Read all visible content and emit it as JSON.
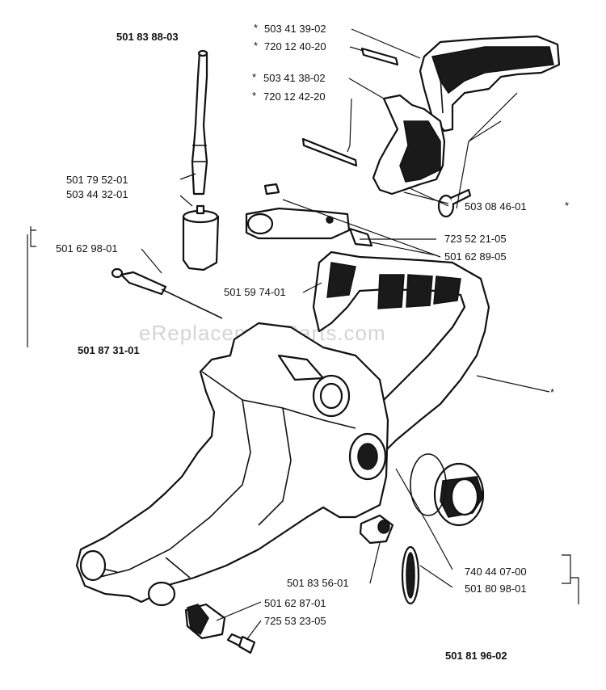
{
  "watermark": "eReplacementParts.com",
  "labels": {
    "p_501_83_88_03": "501 83 88-03",
    "p_503_41_39_02": "503 41 39-02",
    "p_720_12_40_20": "720 12 40-20",
    "p_503_41_38_02": "503 41 38-02",
    "p_720_12_42_20": "720 12 42-20",
    "p_501_79_52_01": "501 79 52-01",
    "p_503_44_32_01": "503 44 32-01",
    "p_503_08_46_01": "503 08 46-01",
    "p_501_62_98_01": "501 62 98-01",
    "p_723_52_21_05": "723 52 21-05",
    "p_501_62_89_05": "501 62 89-05",
    "p_501_59_74_01": "501 59 74-01",
    "p_501_87_31_01": "501 87 31-01",
    "p_740_44_07_00": "740 44 07-00",
    "p_501_80_98_01": "501 80 98-01",
    "p_501_83_56_01": "501 83 56-01",
    "p_501_62_87_01": "501 62 87-01",
    "p_725_53_23_05": "725 53 23-05",
    "p_501_81_96_02": "501 81 96-02"
  },
  "markers": {
    "asterisk": "*"
  }
}
